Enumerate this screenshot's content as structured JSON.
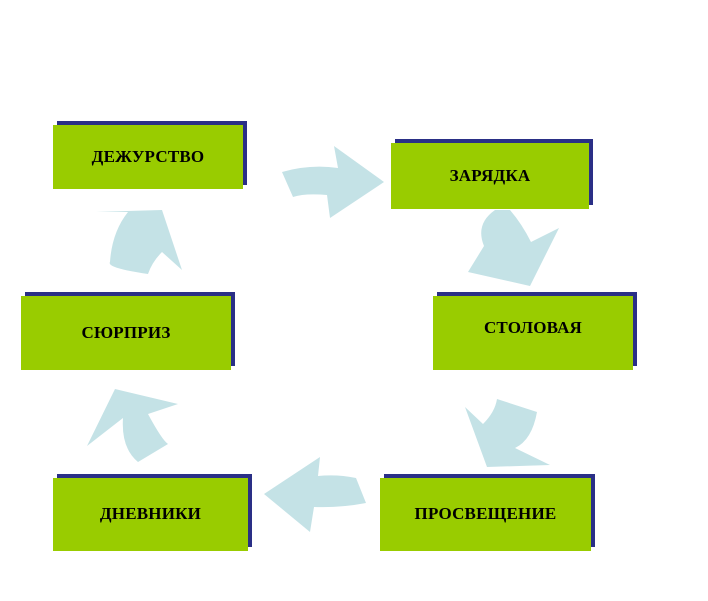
{
  "diagram": {
    "nodes": [
      {
        "id": "duty",
        "label": "ДЕЖУРСТВО"
      },
      {
        "id": "exercise",
        "label": "ЗАРЯДКА"
      },
      {
        "id": "canteen",
        "label": "СТОЛОВАЯ"
      },
      {
        "id": "enlightenment",
        "label": "ПРОСВЕЩЕНИЕ"
      },
      {
        "id": "diaries",
        "label": "ДНЕВНИКИ"
      },
      {
        "id": "surprise",
        "label": "СЮРПРИЗ"
      }
    ],
    "edges": [
      {
        "from": "duty",
        "to": "exercise"
      },
      {
        "from": "exercise",
        "to": "canteen"
      },
      {
        "from": "canteen",
        "to": "enlightenment"
      },
      {
        "from": "enlightenment",
        "to": "diaries"
      },
      {
        "from": "diaries",
        "to": "surprise"
      },
      {
        "from": "surprise",
        "to": "duty"
      }
    ],
    "colors": {
      "box_fill": "#99cc00",
      "box_shadow": "#2a2f86",
      "arrow_fill": "#c4e2e6",
      "text": "#000000",
      "background": "#ffffff"
    }
  }
}
